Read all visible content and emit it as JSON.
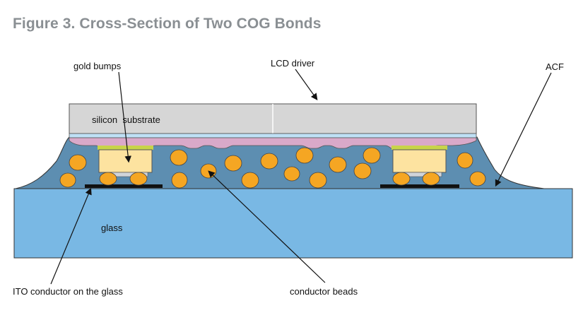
{
  "title": "Figure 3. Cross-Section of Two COG Bonds",
  "labels": {
    "gold_bumps": "gold bumps",
    "lcd_driver": "LCD driver",
    "acf": "ACF",
    "silicon_substrate": "silicon  substrate",
    "glass": "glass",
    "ito": "ITO conductor on the glass",
    "beads": "conductor beads"
  },
  "colors": {
    "silicon": "#d6d6d6",
    "glass": "#79b8e4",
    "acf": "#5d8eb1",
    "bead": "#f5a623",
    "gold_bump": "#fde3a0",
    "passivation": "#d9a9c9",
    "ito": "#111111"
  }
}
